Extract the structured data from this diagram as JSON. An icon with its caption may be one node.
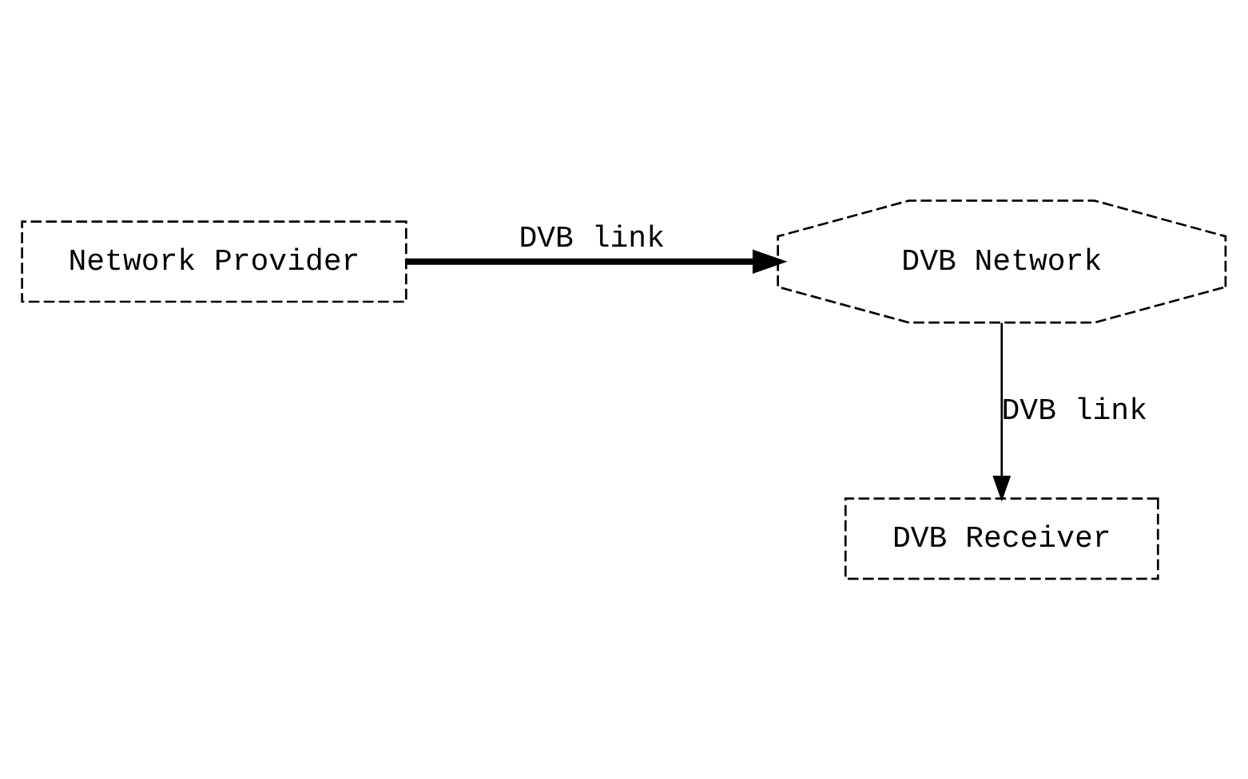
{
  "diagram": {
    "nodes": [
      {
        "text": [
          "DVB Network"
        ]
      },
      {
        "text": [
          "Network Provider"
        ]
      },
      {
        "text": [
          "DVB Receiver"
        ]
      }
    ],
    "edges": [
      {
        "from": 1,
        "to": 0,
        "arrow": "to",
        "label": "DVB link",
        "style": "thick"
      },
      {
        "from": 0,
        "to": 2,
        "arrow": "to",
        "label": "DVB link"
      }
    ]
  }
}
